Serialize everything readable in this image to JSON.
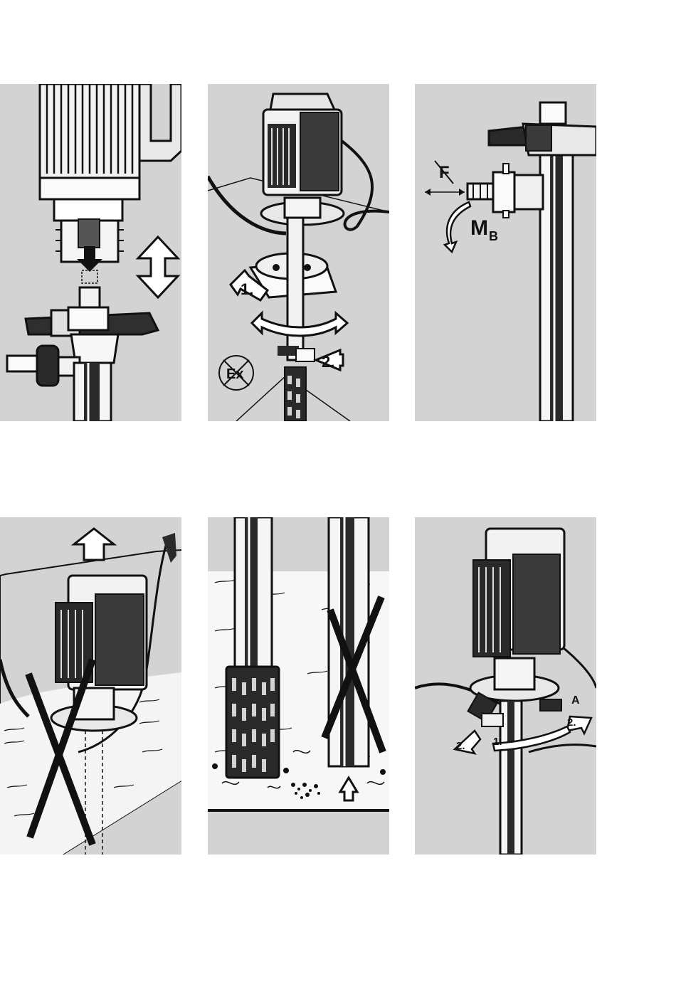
{
  "colors": {
    "panel_bg": "#d3d3d3",
    "ink": "#111111",
    "metal_light": "#f2f2f2",
    "metal_dark": "#2a2a2a",
    "liquid": "#e9e9e9"
  },
  "panels": [
    {
      "id": "coupling-assembly",
      "arrows": [
        "down-arrow-icon",
        "double-vertical-arrow-icon"
      ]
    },
    {
      "id": "mounting-steps",
      "step_labels": [
        "1.",
        "2."
      ],
      "symbol": "Ex"
    },
    {
      "id": "outlet-torque",
      "force_label": "F",
      "moment_label": "M",
      "moment_subscript": "B"
    },
    {
      "id": "do-not-submerge-motor",
      "arrows": [
        "up-arrow-icon"
      ]
    },
    {
      "id": "foot-strainer-clearance",
      "arrows": [
        "up-arrow-icon"
      ]
    },
    {
      "id": "hose-connection-steps",
      "step_labels": [
        "1.",
        "2.",
        "2."
      ],
      "connector_label": "A"
    }
  ]
}
